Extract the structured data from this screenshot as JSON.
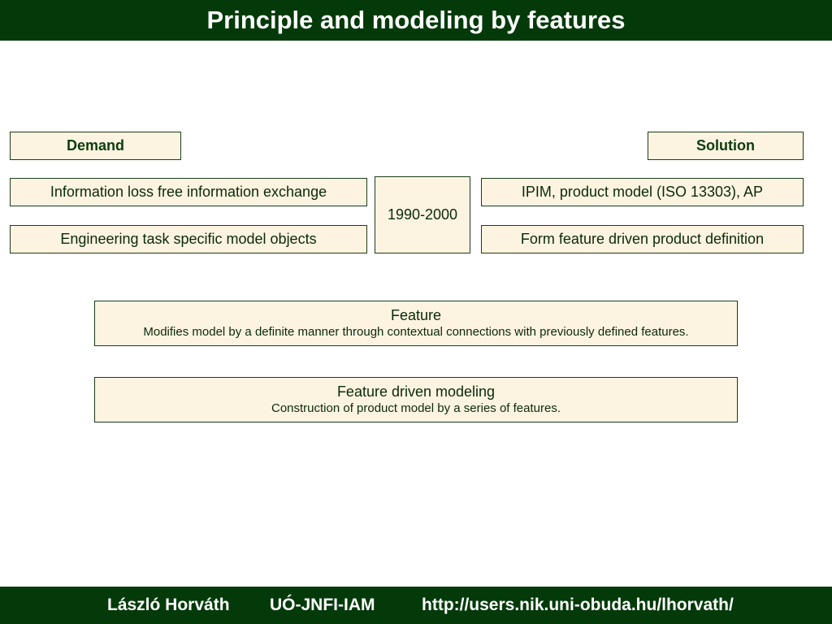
{
  "slide": {
    "title": "Principle and modeling by features"
  },
  "headers": {
    "demand": "Demand",
    "solution": "Solution"
  },
  "demand_items": [
    "Information loss free information exchange",
    "Engineering task specific model objects"
  ],
  "period": "1990-2000",
  "solution_items": [
    "IPIM, product model (ISO 13303), AP",
    "Form feature driven product definition"
  ],
  "definitions": [
    {
      "term": "Feature",
      "description": "Modifies model by a definite manner through contextual connections with previously defined features."
    },
    {
      "term": "Feature driven modeling",
      "description": "Construction of product model by a series of features."
    }
  ],
  "footer": {
    "author": "László Horváth",
    "institution": "UÓ-JNFI-IAM",
    "url": "http://users.nik.uni-obuda.hu/lhorvath/"
  },
  "colors": {
    "bar_background": "#043a0a",
    "box_fill": "#fdf3e1",
    "box_border": "#1a3d1a"
  }
}
